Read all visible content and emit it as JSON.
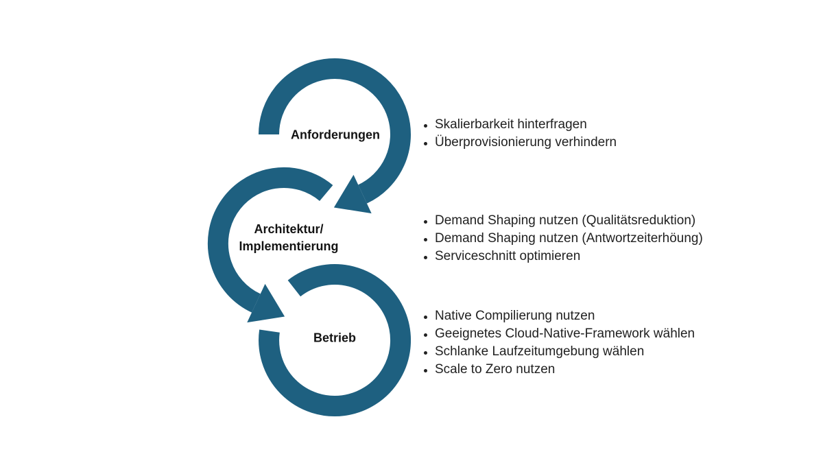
{
  "diagram": {
    "accent_color": "#1E6080",
    "stages": [
      {
        "id": "anforderungen",
        "label_lines": [
          "Anforderungen"
        ],
        "bullets": [
          "Skalierbarkeit hinterfragen",
          "Überprovisionierung verhindern"
        ]
      },
      {
        "id": "architektur-implementierung",
        "label_lines": [
          "Architektur/",
          "Implementierung"
        ],
        "bullets": [
          "Demand Shaping nutzen (Qualitätsreduktion)",
          "Demand Shaping nutzen (Antwortzeiterhöung)",
          "Serviceschnitt optimieren"
        ]
      },
      {
        "id": "betrieb",
        "label_lines": [
          "Betrieb"
        ],
        "bullets": [
          "Native Compilierung nutzen",
          "Geeignetes Cloud-Native-Framework wählen",
          "Schlanke Laufzeitumgebung wählen",
          "Scale to Zero nutzen"
        ]
      }
    ]
  }
}
